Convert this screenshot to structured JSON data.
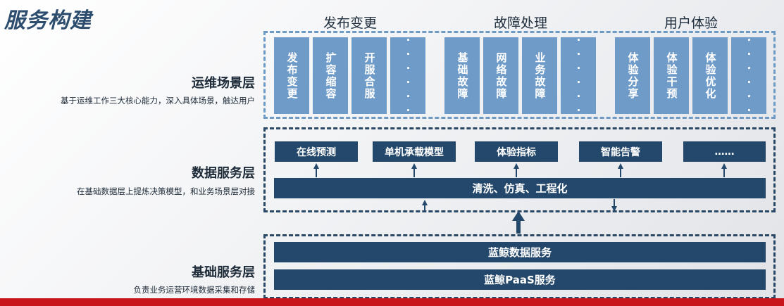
{
  "title": "服务构建",
  "groups": [
    "发布变更",
    "故障处理",
    "用户体验"
  ],
  "layers": [
    {
      "name": "运维场景层",
      "desc": "基于运维工作三大核心能力，深入具体场景，触达用户"
    },
    {
      "name": "数据服务层",
      "desc": "在基础数据层上提炼决策模型，和业务场景层对接"
    },
    {
      "name": "基础服务层",
      "desc": "负责业务运营环境数据采集和存储"
    }
  ],
  "scenario_boxes": [
    "发布变更",
    "扩容缩容",
    "开服合服",
    "······",
    "基础故障",
    "网络故障",
    "业务故障",
    "······",
    "体验分享",
    "体验干预",
    "体验优化",
    "······"
  ],
  "data_boxes": [
    "在线预测",
    "单机承载模型",
    "体验指标",
    "智能告警",
    "……"
  ],
  "data_process": "清洗、仿真、工程化",
  "base_services": [
    "蓝鲸数据服务",
    "蓝鲸PaaS服务"
  ],
  "colors": {
    "scenario_box": "#6f9bc9",
    "service_box": "#24486b",
    "accent_bar": "#c8141b"
  }
}
